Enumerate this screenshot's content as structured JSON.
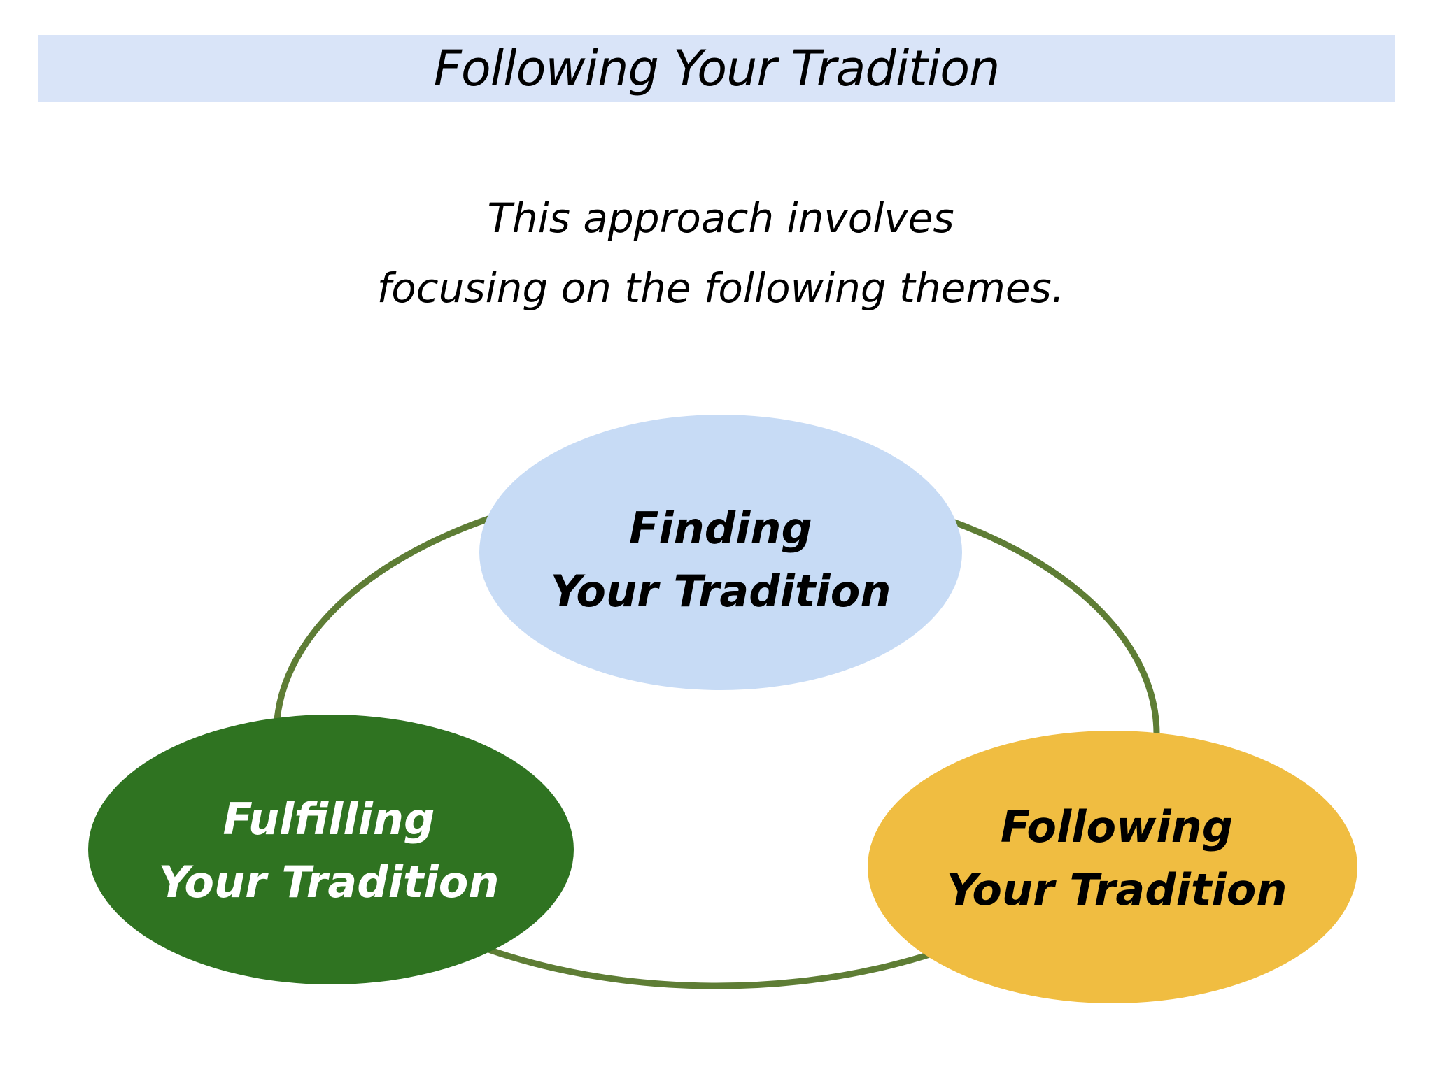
{
  "title_bar": {
    "text": "Following Your Tradition",
    "background": "#D9E4F8"
  },
  "subtitle": {
    "line1": "This approach involves",
    "line2": "focusing on the following themes."
  },
  "diagram": {
    "connector": {
      "shape": "ellipse-outline",
      "color": "#5E7D35",
      "stroke_width": "9"
    },
    "nodes": [
      {
        "id": "finding",
        "line1": "Finding",
        "line2": "Your Tradition",
        "fill": "#C7DBF5",
        "text_color": "#000000"
      },
      {
        "id": "fulfilling",
        "line1": "Fulfilling",
        "line2": "Your Tradition",
        "fill": "#2F7321",
        "text_color": "#FFFFFF"
      },
      {
        "id": "following",
        "line1": "Following",
        "line2": "Your Tradition",
        "fill": "#F0BD41",
        "text_color": "#000000"
      }
    ]
  }
}
